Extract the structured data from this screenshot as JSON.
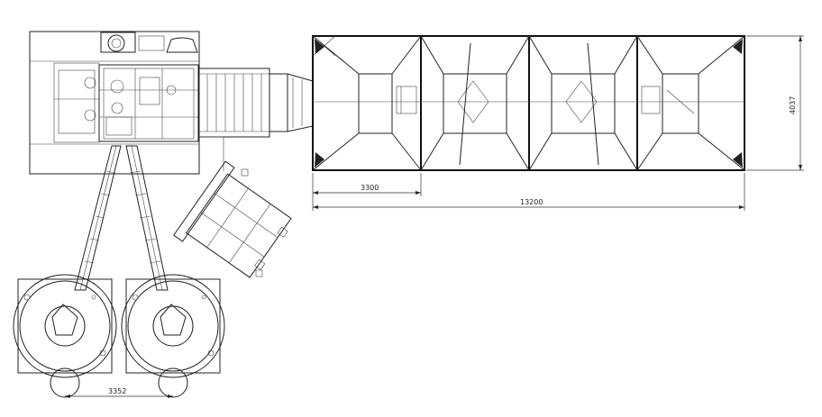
{
  "dimensions": {
    "section_width": "3300",
    "total_length": "13200",
    "width": "4037",
    "silo_spacing": "3352"
  }
}
